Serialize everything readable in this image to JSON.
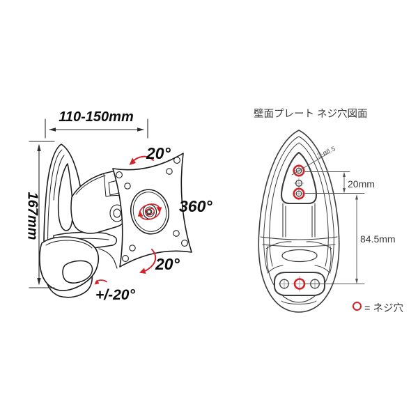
{
  "colors": {
    "accent_red": "#d2232a",
    "line_dark": "#1a1a1a",
    "line_gray": "#3c3c3c"
  },
  "arm_diagram": {
    "width_range": "110-150mm",
    "height": "167mm",
    "tilt_top": "20°",
    "rotation": "360°",
    "tilt_bottom": "20°",
    "swivel": "+/-20°"
  },
  "plate_diagram": {
    "title": "壁面プレート ネジ穴図面",
    "hole_spec": "3-ø6.5",
    "hole_pitch": "20mm",
    "mount_height": "84.5mm",
    "legend_label": "= ネジ穴"
  }
}
